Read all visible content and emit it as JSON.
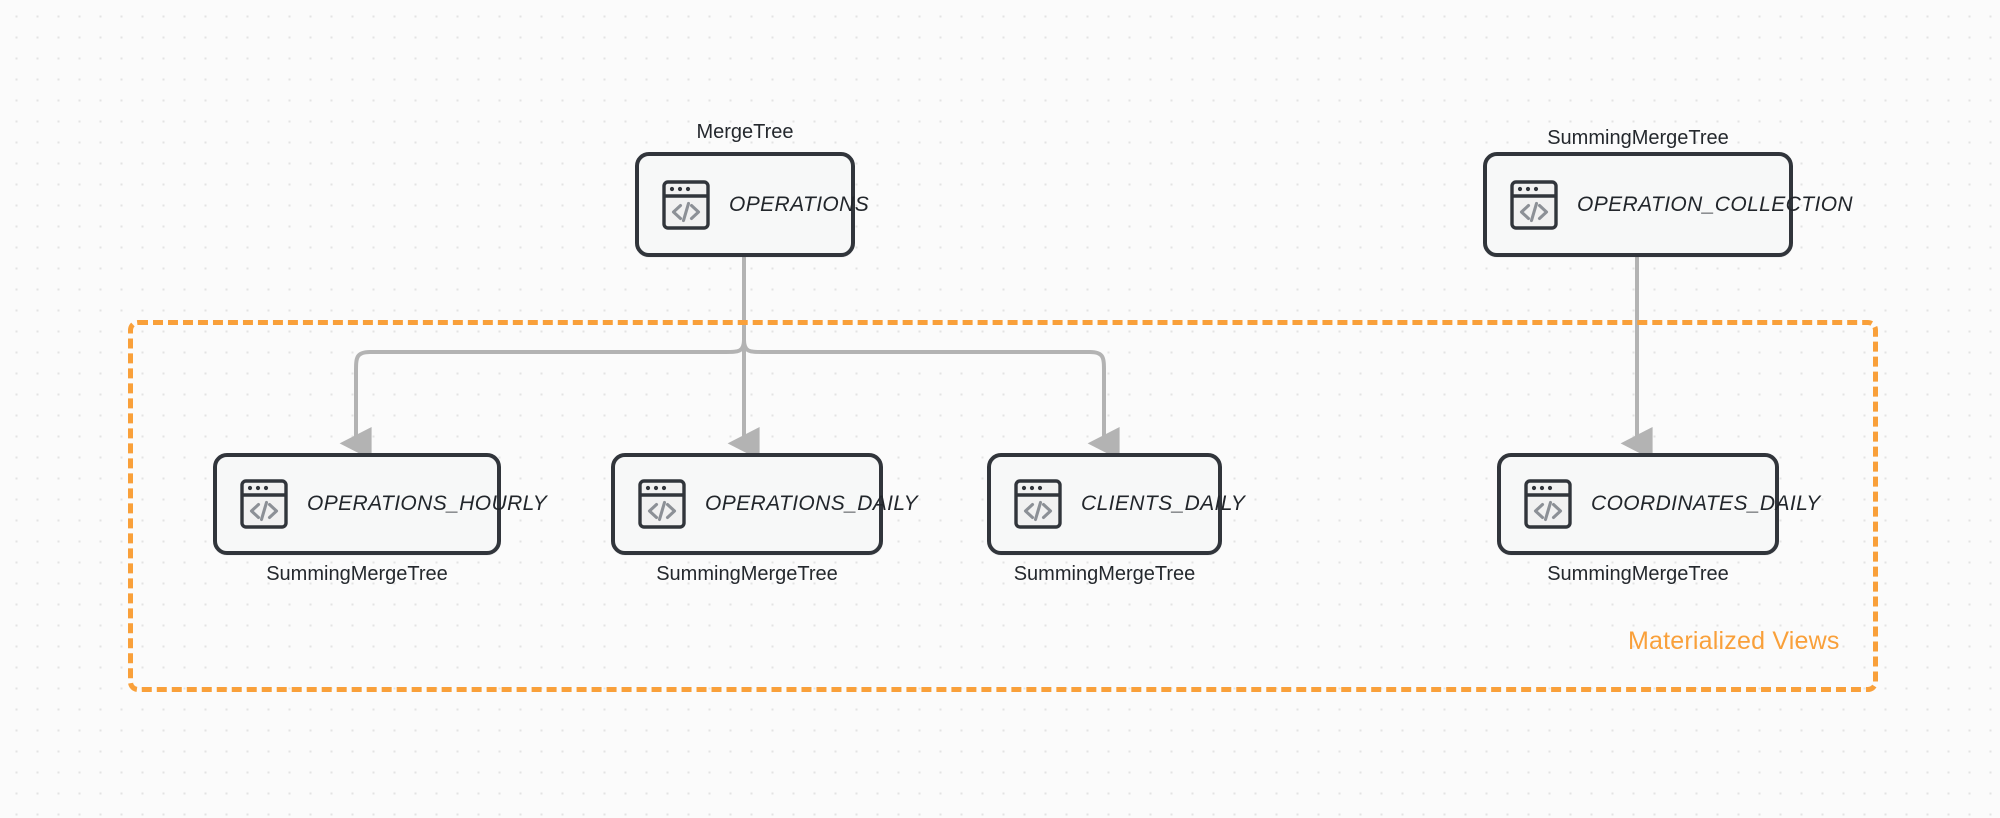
{
  "diagram": {
    "title": "ClickHouse table / materialized view topology",
    "background_color": "#fbfbfb",
    "accent_color": "#f9a03a",
    "node_border_color": "#31353b",
    "node_fill_color": "#f7f8f8",
    "connector_color": "#b3b3b3",
    "group": {
      "label": "Materialized Views",
      "border_style": "dashed",
      "color": "#f9a03a"
    },
    "icon_name": "code-window-icon",
    "source_nodes": [
      {
        "id": "operations",
        "name": "OPERATIONS",
        "engine": "MergeTree",
        "engine_position": "above"
      },
      {
        "id": "operation_collection",
        "name": "OPERATION_COLLECTION",
        "engine": "SummingMergeTree",
        "engine_position": "above"
      }
    ],
    "view_nodes": [
      {
        "id": "operations_hourly",
        "name": "OPERATIONS_HOURLY",
        "engine": "SummingMergeTree",
        "engine_position": "below",
        "source": "operations"
      },
      {
        "id": "operations_daily",
        "name": "OPERATIONS_DAILY",
        "engine": "SummingMergeTree",
        "engine_position": "below",
        "source": "operations"
      },
      {
        "id": "clients_daily",
        "name": "CLIENTS_DAILY",
        "engine": "SummingMergeTree",
        "engine_position": "below",
        "source": "operations"
      },
      {
        "id": "coordinates_daily",
        "name": "COORDINATES_DAILY",
        "engine": "SummingMergeTree",
        "engine_position": "below",
        "source": "operation_collection"
      }
    ],
    "edges": [
      {
        "from": "operations",
        "to": "operations_hourly"
      },
      {
        "from": "operations",
        "to": "operations_daily"
      },
      {
        "from": "operations",
        "to": "clients_daily"
      },
      {
        "from": "operation_collection",
        "to": "coordinates_daily"
      }
    ]
  }
}
